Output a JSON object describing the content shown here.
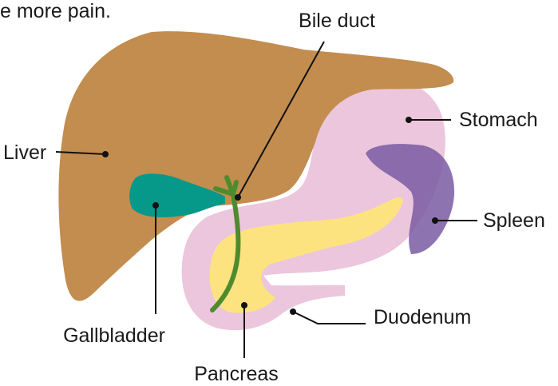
{
  "intro_fragment": "e more pain.",
  "labels": {
    "bile_duct": "Bile duct",
    "stomach": "Stomach",
    "liver": "Liver",
    "spleen": "Spleen",
    "gallbladder": "Gallbladder",
    "duodenum": "Duodenum",
    "pancreas": "Pancreas"
  },
  "colors": {
    "liver": "#c28d4e",
    "stomach": "#ecc6dc",
    "spleen": "#7a5aa3",
    "gallbladder": "#069889",
    "pancreas": "#fde37f",
    "bile_duct": "#4e8b2f"
  }
}
